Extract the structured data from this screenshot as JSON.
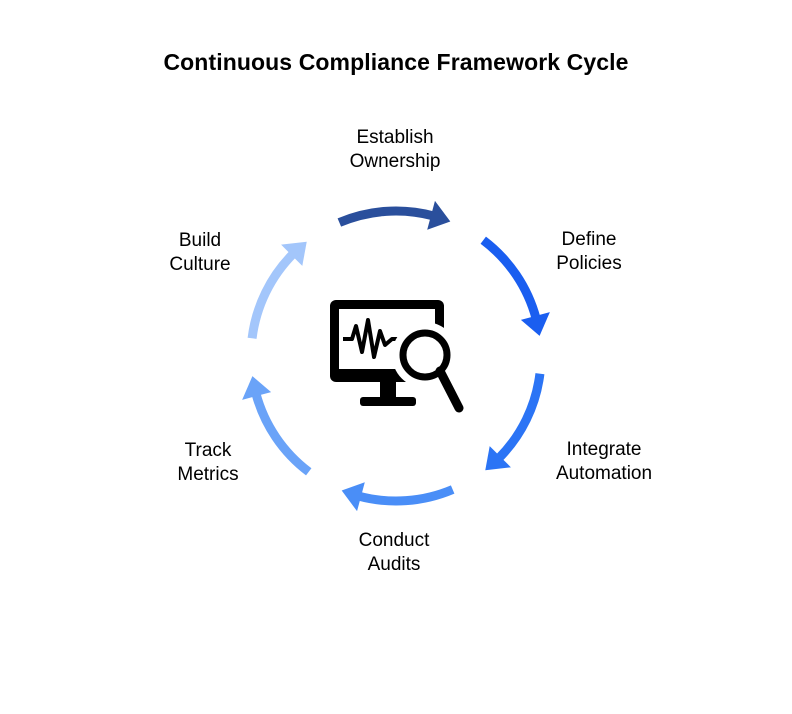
{
  "title": "Continuous Compliance Framework Cycle",
  "center_icon": "monitor-magnifier-icon",
  "steps": [
    {
      "line1": "Establish",
      "line2": "Ownership",
      "color": "#2a4f9c"
    },
    {
      "line1": "Define",
      "line2": "Policies",
      "color": "#1a5ef0"
    },
    {
      "line1": "Integrate",
      "line2": "Automation",
      "color": "#2b74f5"
    },
    {
      "line1": "Conduct",
      "line2": "Audits",
      "color": "#4a8ef7"
    },
    {
      "line1": "Track",
      "line2": "Metrics",
      "color": "#6aa3f8"
    },
    {
      "line1": "Build",
      "line2": "Culture",
      "color": "#a3c6fb"
    }
  ]
}
